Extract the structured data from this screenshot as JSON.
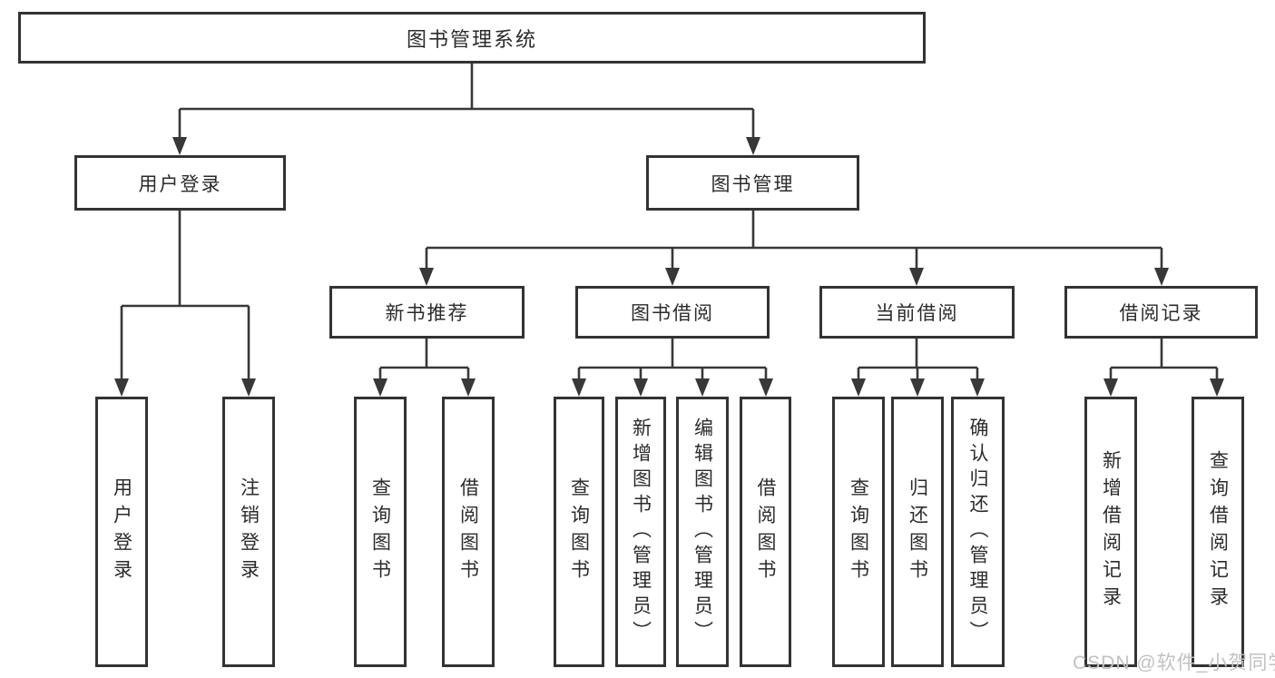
{
  "colors": {
    "line": "#383838",
    "box_border": "#333333",
    "box_fill": "#ffffff",
    "text": "#2b2b2b",
    "watermark": "#c2c2c2"
  },
  "watermark": "CSDN @软件_小贺同学",
  "tree": {
    "root": {
      "label": "图书管理系统"
    },
    "level2": [
      {
        "label": "用户登录"
      },
      {
        "label": "图书管理"
      }
    ],
    "level3": [
      {
        "label": "新书推荐"
      },
      {
        "label": "图书借阅"
      },
      {
        "label": "当前借阅"
      },
      {
        "label": "借阅记录"
      }
    ],
    "leaves": {
      "user_login": [
        "用户登录",
        "注销登录"
      ],
      "new_books": [
        "查询图书",
        "借阅图书"
      ],
      "book_borrow": [
        "查询图书",
        "新增图书（管理员）",
        "编辑图书（管理员）",
        "借阅图书"
      ],
      "current_borrow": [
        "查询图书",
        "归还图书",
        "确认归还（管理员）"
      ],
      "borrow_records": [
        "新增借阅记录",
        "查询借阅记录"
      ]
    }
  }
}
